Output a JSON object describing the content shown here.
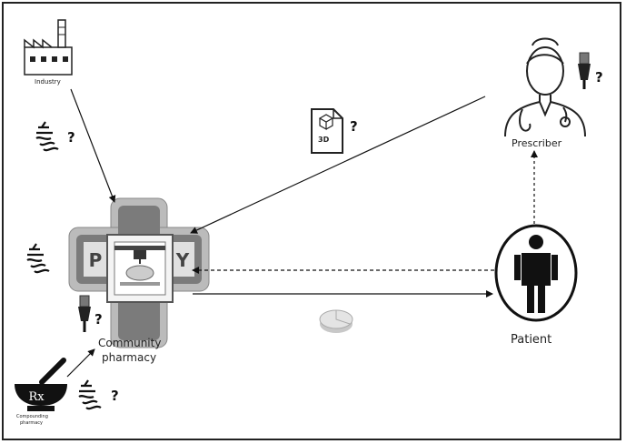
{
  "nodes": {
    "industry": "Industry",
    "prescriber": "Prescriber",
    "patient": "Patient",
    "community_line1": "Community",
    "community_line2": "pharmacy",
    "compounding_line1": "Compounding",
    "compounding_line2": "pharmacy",
    "rx_symbol": "Rx"
  },
  "pharmacy_sign": {
    "left_letter": "P",
    "right_letter": "Y"
  },
  "file_icon_label": "3D",
  "question_mark": "?",
  "icons": [
    "factory-icon",
    "prescriber-icon",
    "patient-icon",
    "pharmacy-cross-icon",
    "3d-printer-icon",
    "3d-file-icon",
    "filament-icon",
    "brush-icon",
    "mortar-pestle-icon",
    "tablet-icon"
  ],
  "colors": {
    "ink": "#111111",
    "frame": "#222222",
    "cross_dark": "#8a8a8a",
    "cross_light": "#cfcfcf"
  }
}
